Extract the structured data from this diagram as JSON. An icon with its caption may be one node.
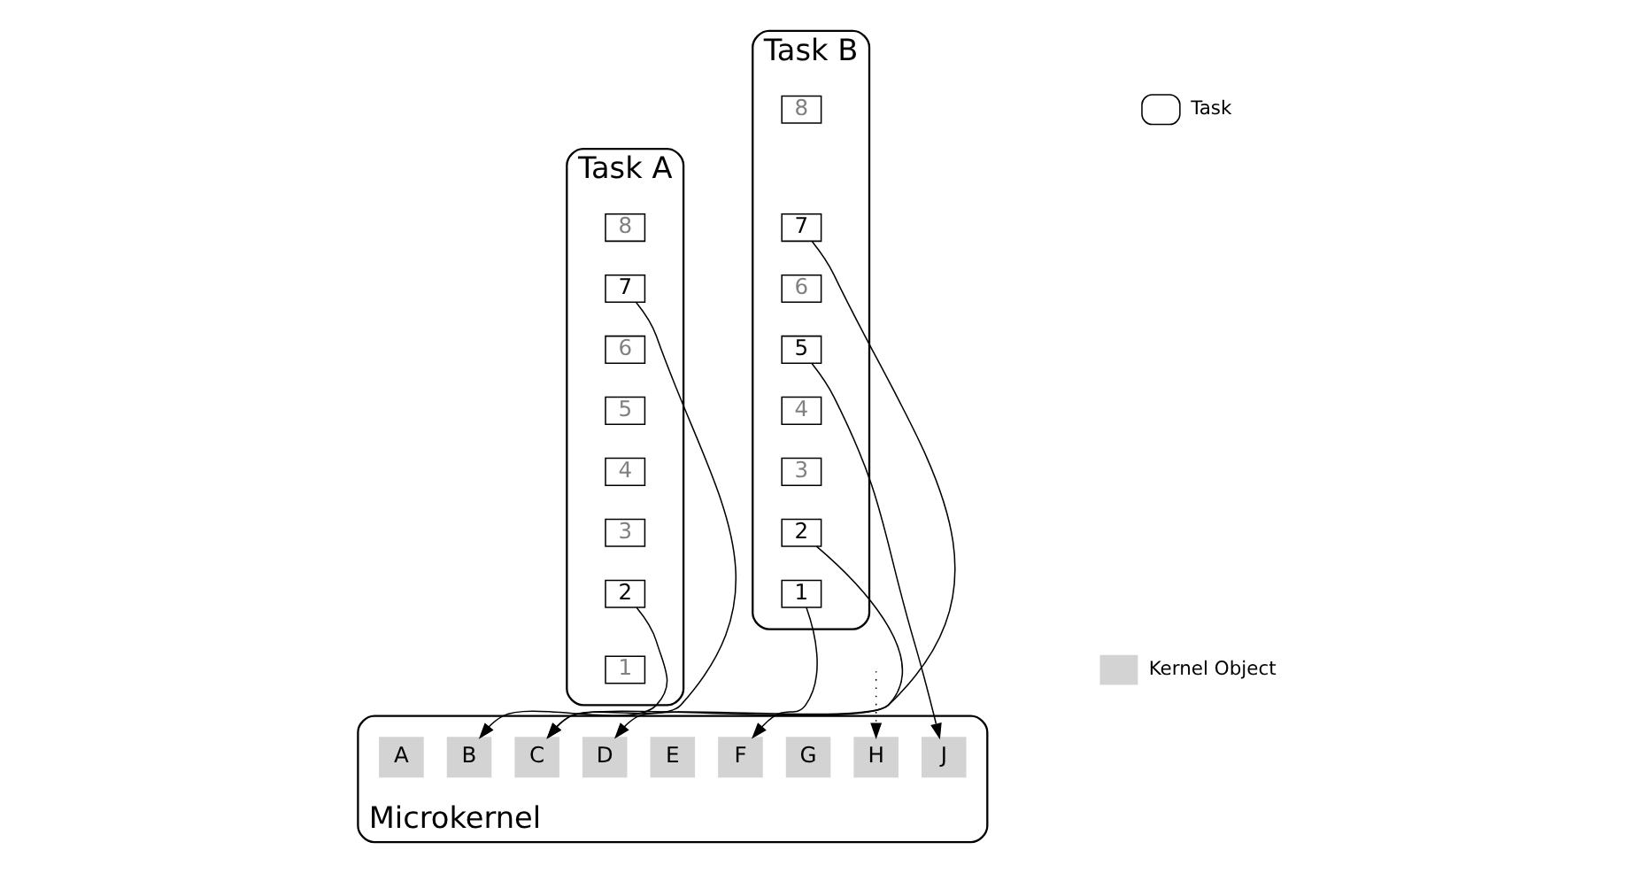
{
  "diagram": {
    "nodes": [
      {
        "text": [
          "Task A"
        ]
      },
      {
        "text": [
          "8"
        ],
        "in": 0
      },
      {
        "text": [
          "7"
        ],
        "in": 0
      },
      {
        "text": [
          "6"
        ],
        "in": 0
      },
      {
        "text": [
          "5"
        ],
        "in": 0
      },
      {
        "text": [
          "4"
        ],
        "in": 0
      },
      {
        "text": [
          "3"
        ],
        "in": 0
      },
      {
        "text": [
          "2"
        ],
        "in": 0
      },
      {
        "text": [
          "1"
        ],
        "in": 0
      },
      {
        "text": [
          "Task B"
        ]
      },
      {
        "text": [
          "8"
        ],
        "in": 9
      },
      {
        "text": [
          "7"
        ],
        "in": 9
      },
      {
        "text": [
          "6"
        ],
        "in": 9
      },
      {
        "text": [
          "5"
        ],
        "in": 9
      },
      {
        "text": [
          "4"
        ],
        "in": 9
      },
      {
        "text": [
          "3"
        ],
        "in": 9
      },
      {
        "text": [
          "2"
        ],
        "in": 9
      },
      {
        "text": [
          "1"
        ],
        "in": 9
      },
      {
        "text": [
          "Microkernel"
        ]
      },
      {
        "text": [
          "A"
        ],
        "in": 18
      },
      {
        "text": [
          "B"
        ],
        "in": 18
      },
      {
        "text": [
          "C"
        ],
        "in": 18
      },
      {
        "text": [
          "D"
        ],
        "in": 18
      },
      {
        "text": [
          "E"
        ],
        "in": 18
      },
      {
        "text": [
          "F"
        ],
        "in": 18
      },
      {
        "text": [
          "G"
        ],
        "in": 18
      },
      {
        "text": [
          "H"
        ],
        "in": 18
      },
      {
        "text": [
          "J"
        ],
        "in": 18
      }
    ],
    "edges": [
      {
        "from": 2,
        "to": 21,
        "arrow": "to"
      },
      {
        "from": 7,
        "to": 20,
        "arrow": "to"
      },
      {
        "from": 11,
        "to": 21,
        "arrow": "to"
      },
      {
        "from": 13,
        "to": 27,
        "arrow": "to"
      },
      {
        "from": 16,
        "to": 22,
        "arrow": "to"
      },
      {
        "from": 17,
        "to": 24,
        "arrow": "to"
      },
      {
        "from": null,
        "to": 26,
        "arrow": "to",
        "style": "dashed"
      }
    ],
    "legend": [
      {
        "text": "Task"
      },
      {
        "text": "Kernel Object",
        "color": "#d3d3d3"
      }
    ]
  }
}
